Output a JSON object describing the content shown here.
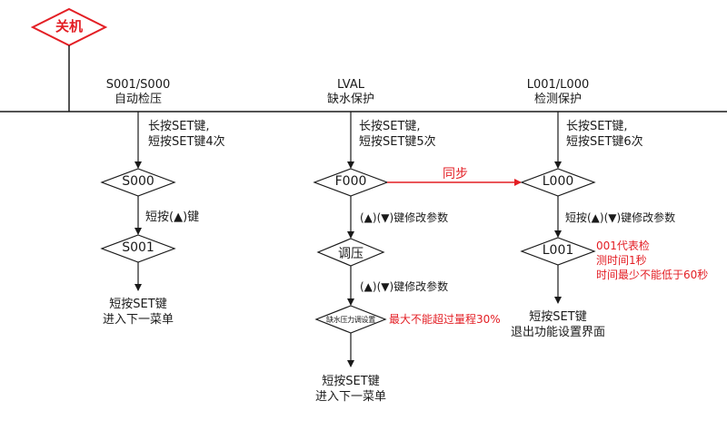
{
  "colors": {
    "line": "#1a1a1a",
    "accent": "#e31e24"
  },
  "start": {
    "label": "关机"
  },
  "branches": {
    "s": {
      "header": [
        "S001/S000",
        "自动检压"
      ],
      "enter_note": [
        "长按SET键,",
        "短按SET键4次"
      ],
      "node1": "S000",
      "step1": "短按(▲)键",
      "node2": "S001",
      "exit_note": [
        "短按SET键",
        "进入下一菜单"
      ]
    },
    "l": {
      "header": [
        "LVAL",
        "缺水保护"
      ],
      "enter_note": [
        "长按SET键,",
        "短按SET键5次"
      ],
      "node1": "F000",
      "step1": "(▲)(▼)键修改参数",
      "node2": "调压",
      "step2": "(▲)(▼)键修改参数",
      "node3": "缺水压力调设置",
      "note3": "最大不能超过量程30%",
      "exit_note": [
        "短按SET键",
        "进入下一菜单"
      ]
    },
    "r": {
      "header": [
        "L001/L000",
        "检测保护"
      ],
      "enter_note": [
        "长按SET键,",
        "短按SET键6次"
      ],
      "node1": "L000",
      "step1": "短按(▲)(▼)键修改参数",
      "node2": "L001",
      "note2": [
        "001代表检",
        "测时间1秒",
        "时间最少不能低于60秒"
      ],
      "exit_note": [
        "短按SET键",
        "退出功能设置界面"
      ]
    }
  },
  "sync_label": "同步"
}
